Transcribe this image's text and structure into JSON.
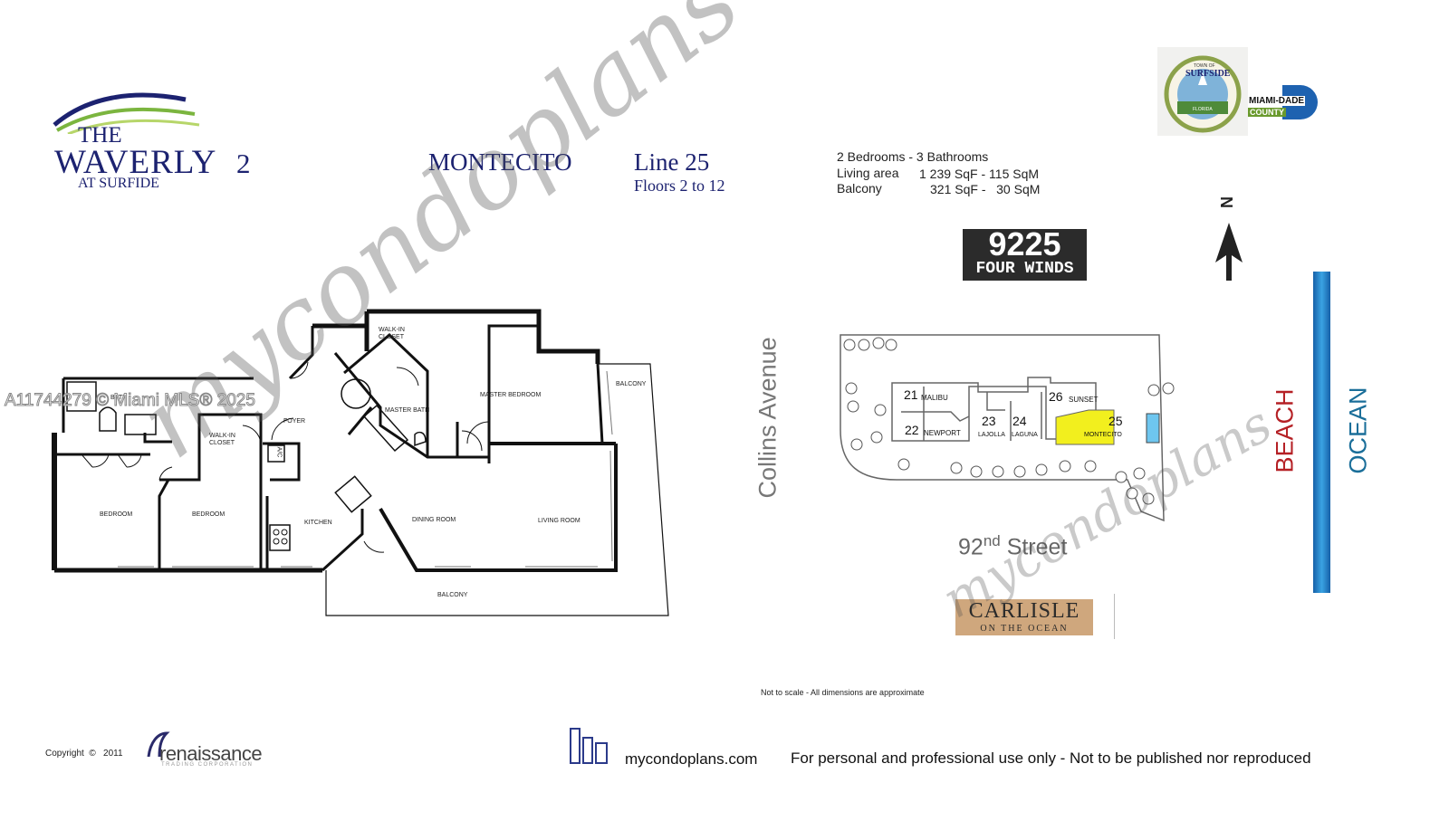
{
  "brand": {
    "the": "THE",
    "waverly": "WAVERLY",
    "number": "2",
    "at_surfide": "AT SURFIDE"
  },
  "unit": {
    "model": "MONTECITO",
    "line": "Line 25",
    "floors": "Floors 2 to 12"
  },
  "specs": {
    "bedrooms_baths": "2 Bedrooms - 3 Bathrooms",
    "living_label": "Living area",
    "living_value": "1 239 SqF - 115 SqM",
    "balcony_label": "Balcony",
    "balcony_value": "321 SqF -   30 SqM"
  },
  "logos": {
    "surfside_top": "TOWN OF",
    "surfside_name": "SURFSIDE",
    "surfside_state": "FLORIDA",
    "miami_dade_1": "MIAMI-DADE",
    "miami_dade_2": "COUNTY",
    "four_winds_num": "9225",
    "four_winds_name": "FOUR WINDS",
    "carlisle_name": "CARLISLE",
    "carlisle_sub": "ON THE OCEAN",
    "renaissance": "renaissance",
    "renaissance_sub": "TRADING CORPORATION"
  },
  "floorplan": {
    "rooms": {
      "walk_in_closet_top": "WALK-IN\nCLOSET",
      "master_bedroom": "MASTER BEDROOM",
      "balcony_right": "BALCONY",
      "master_bath": "MASTER BATH",
      "foyer": "FOYER",
      "bath": "BATH",
      "walk_in_closet_left": "WALK-IN\nCLOSET",
      "ac": "A/C",
      "bedroom_1": "BEDROOM",
      "bedroom_2": "BEDROOM",
      "kitchen": "KITCHEN",
      "dining_room": "DINING ROOM",
      "living_room": "LIVING ROOM",
      "balcony_bottom": "BALCONY"
    }
  },
  "siteplan": {
    "north": "N",
    "collins": "Collins Avenue",
    "street_num": "92",
    "street_sup": "nd",
    "street_name": "Street",
    "beach": "BEACH",
    "ocean": "OCEAN",
    "units": [
      {
        "num": "21",
        "name": "MALIBU"
      },
      {
        "num": "22",
        "name": "NEWPORT"
      },
      {
        "num": "23",
        "name": "LAJOLLA"
      },
      {
        "num": "24",
        "name": "LAGUNA"
      },
      {
        "num": "26",
        "name": "SUNSET"
      },
      {
        "num": "25",
        "name": "MONTECITO"
      }
    ],
    "highlight_color": "#f2ef1e",
    "ocean_color": "#1f7fc4",
    "beach_text_color": "#b52025",
    "ocean_text_color": "#1a6e99"
  },
  "watermark": {
    "mls": "A11744279 © Miami MLS® 2025",
    "brand": "mycondoplans"
  },
  "footer": {
    "note": "Not to scale - All dimensions are approximate",
    "copyright": "Copyright  ©   2011",
    "site": "mycondoplans.com",
    "disclaimer": "For personal and professional use only - Not to be published nor reproduced"
  }
}
